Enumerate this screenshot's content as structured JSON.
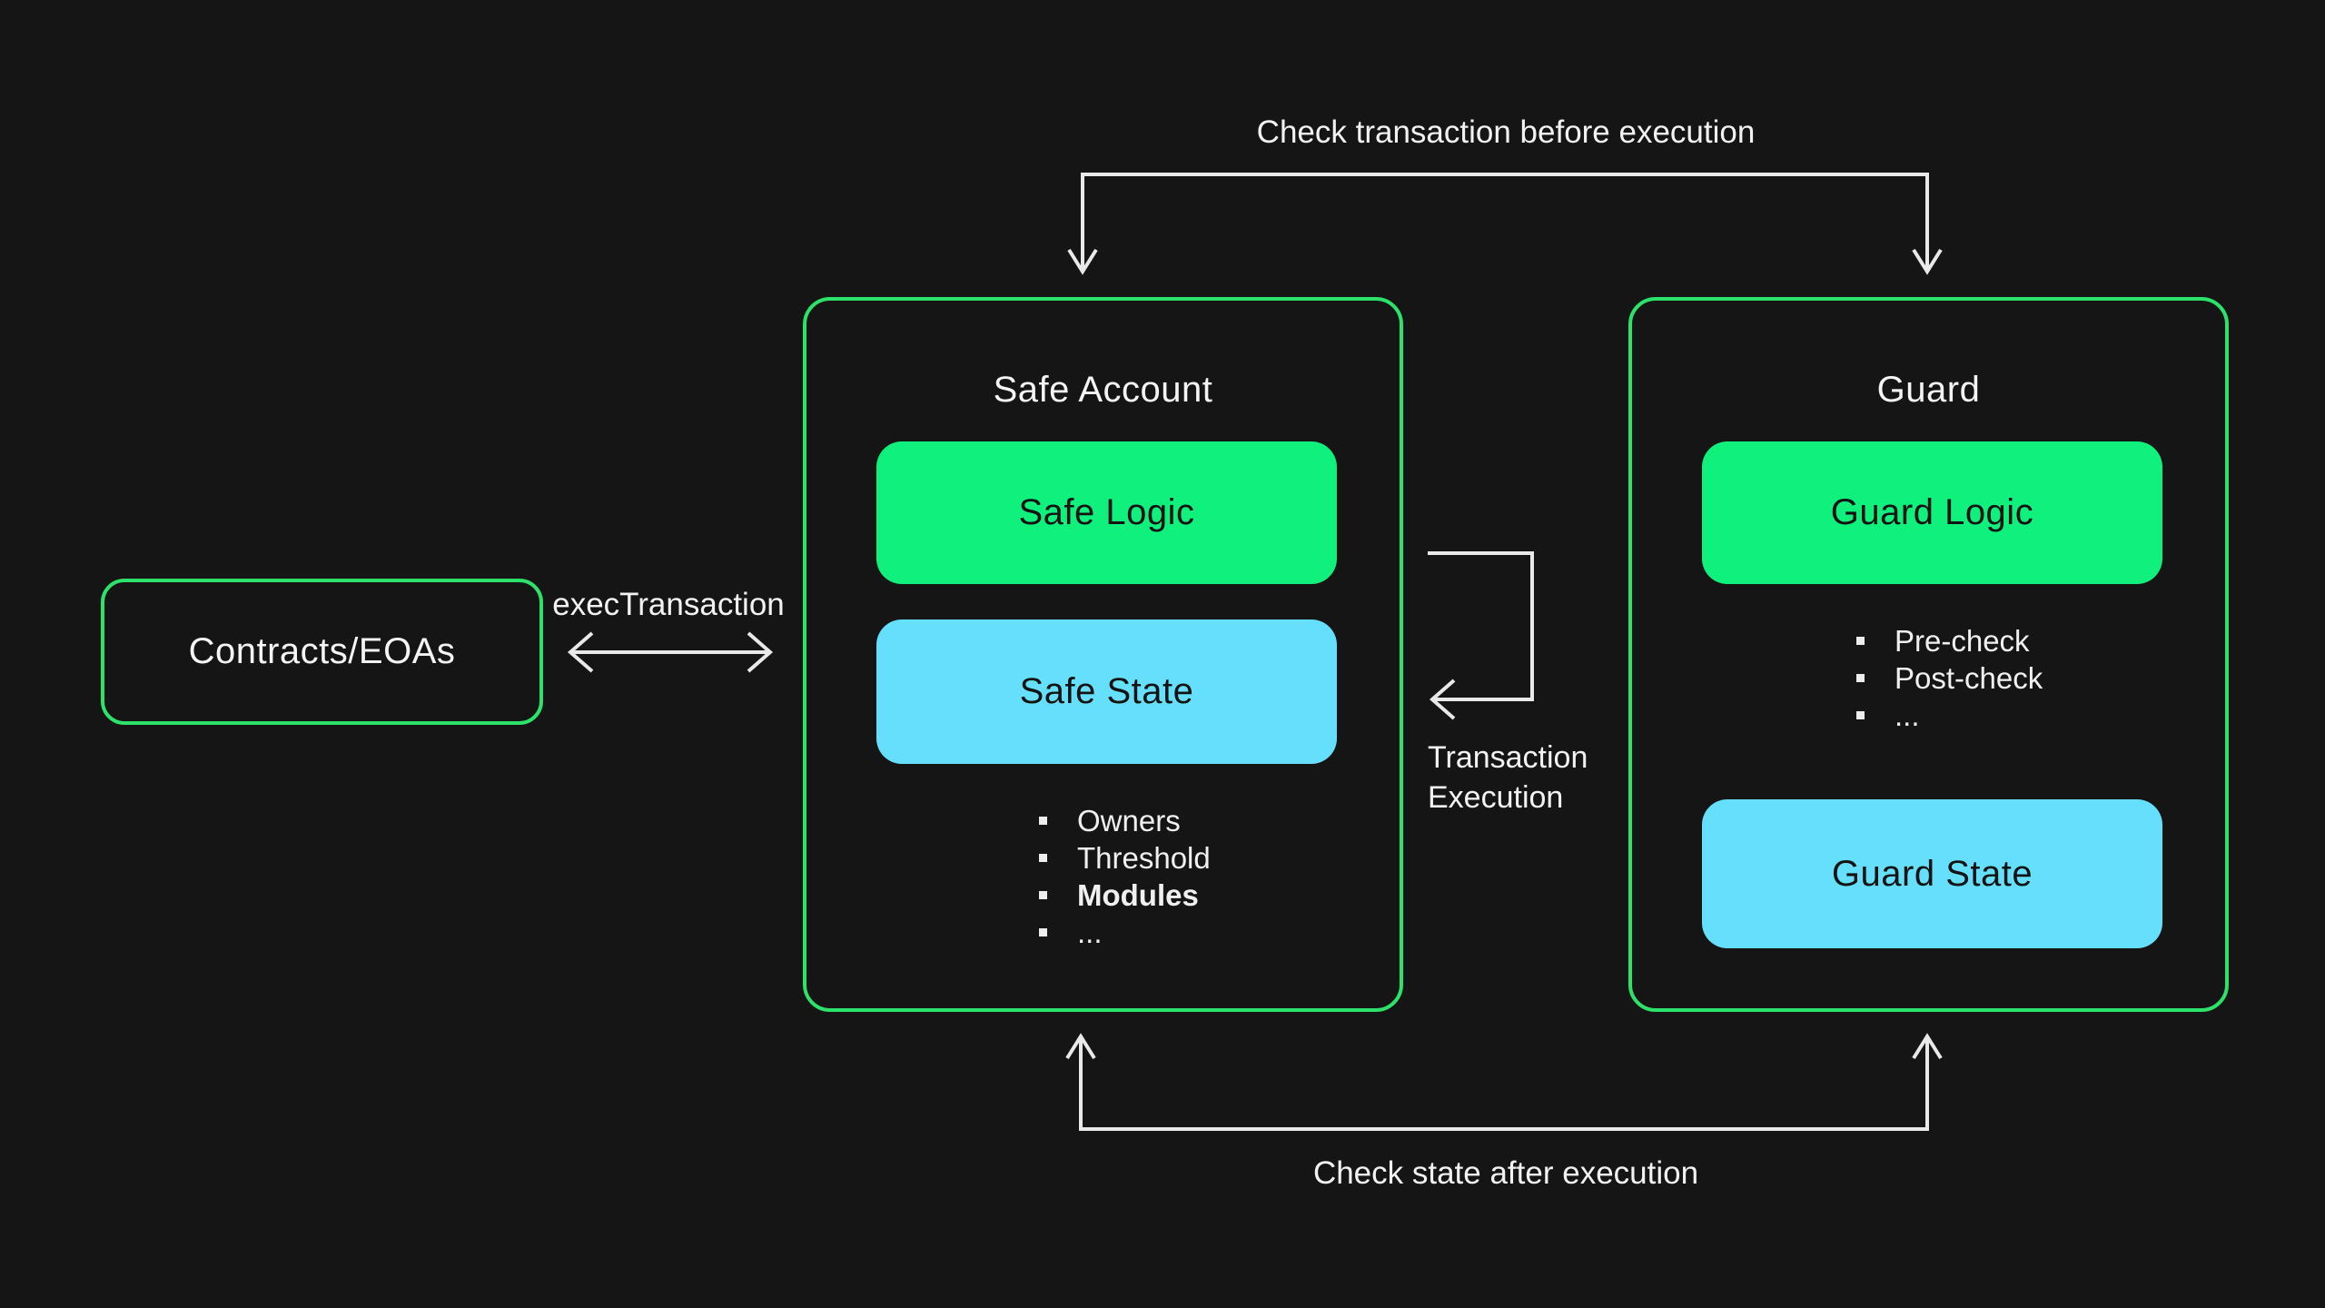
{
  "contracts": {
    "label": "Contracts/EOAs"
  },
  "exec_arrow": {
    "label": "execTransaction"
  },
  "safe": {
    "title": "Safe Account",
    "logic_label": "Safe Logic",
    "state_label": "Safe State",
    "bullets": [
      "Owners",
      "Threshold",
      "Modules",
      "..."
    ]
  },
  "tx_execution": {
    "line1": "Transaction",
    "line2": "Execution"
  },
  "guard": {
    "title": "Guard",
    "logic_label": "Guard Logic",
    "state_label": "Guard State",
    "bullets": [
      "Pre-check",
      "Post-check",
      "..."
    ]
  },
  "top_arrow": {
    "label": "Check transaction before execution"
  },
  "bottom_arrow": {
    "label": "Check state after execution"
  },
  "colors": {
    "background": "#151515",
    "outline_green": "#2ce26b",
    "fill_green": "#10f07c",
    "fill_cyan": "#66dffc",
    "arrow_gray": "#e9e9e9",
    "text_light": "#f4f4f4",
    "text_dark": "#121312"
  }
}
